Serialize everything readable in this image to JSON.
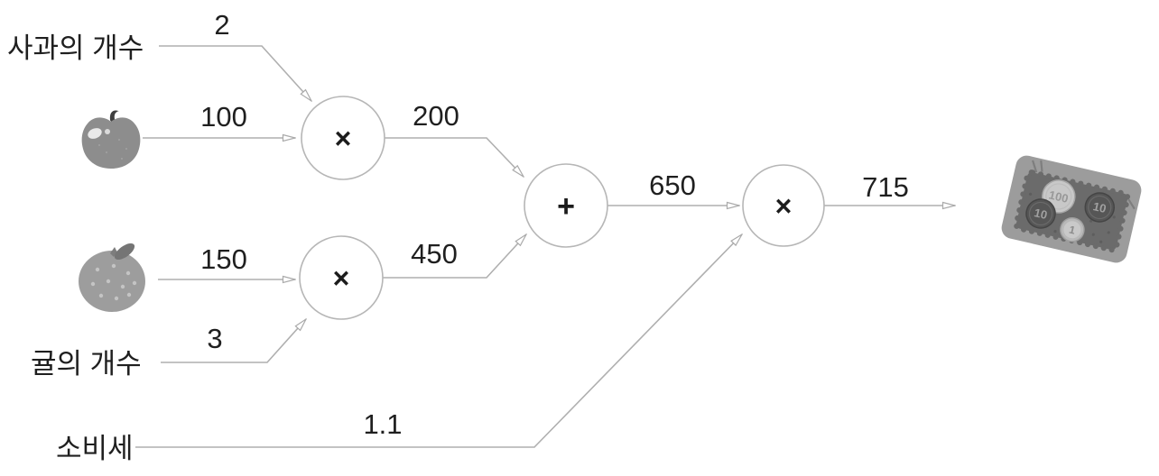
{
  "diagram_title": "buy-apple-orange-computational-graph",
  "labels": {
    "apple_count": "사과의 개수",
    "orange_count": "귤의 개수",
    "tax": "소비세"
  },
  "values": {
    "apple_count": "2",
    "apple_price": "100",
    "apple_subtotal": "200",
    "orange_price": "150",
    "orange_count": "3",
    "orange_subtotal": "450",
    "subtotal": "650",
    "tax_rate": "1.1",
    "total": "715"
  },
  "nodes": {
    "multiply_apple": "×",
    "multiply_orange": "×",
    "add": "+",
    "multiply_tax": "×"
  },
  "coin_tray": {
    "coin_100": "100",
    "coin_10_left": "10",
    "coin_10_right": "10",
    "coin_1": "1"
  },
  "icons": {
    "apple": "apple-icon",
    "tangerine": "tangerine-icon",
    "money": "coin-tray-icon"
  },
  "colors": {
    "background": "#ffffff",
    "edge": "#afafaf",
    "node_stroke": "#b6b6b6",
    "text": "#1f1f1f",
    "apple_gray": "#8d8d8d",
    "tangerine_gray": "#9d9d9d",
    "tray_gray": "#9c9c9c",
    "tray_pad_gray": "#6b6b6b"
  }
}
